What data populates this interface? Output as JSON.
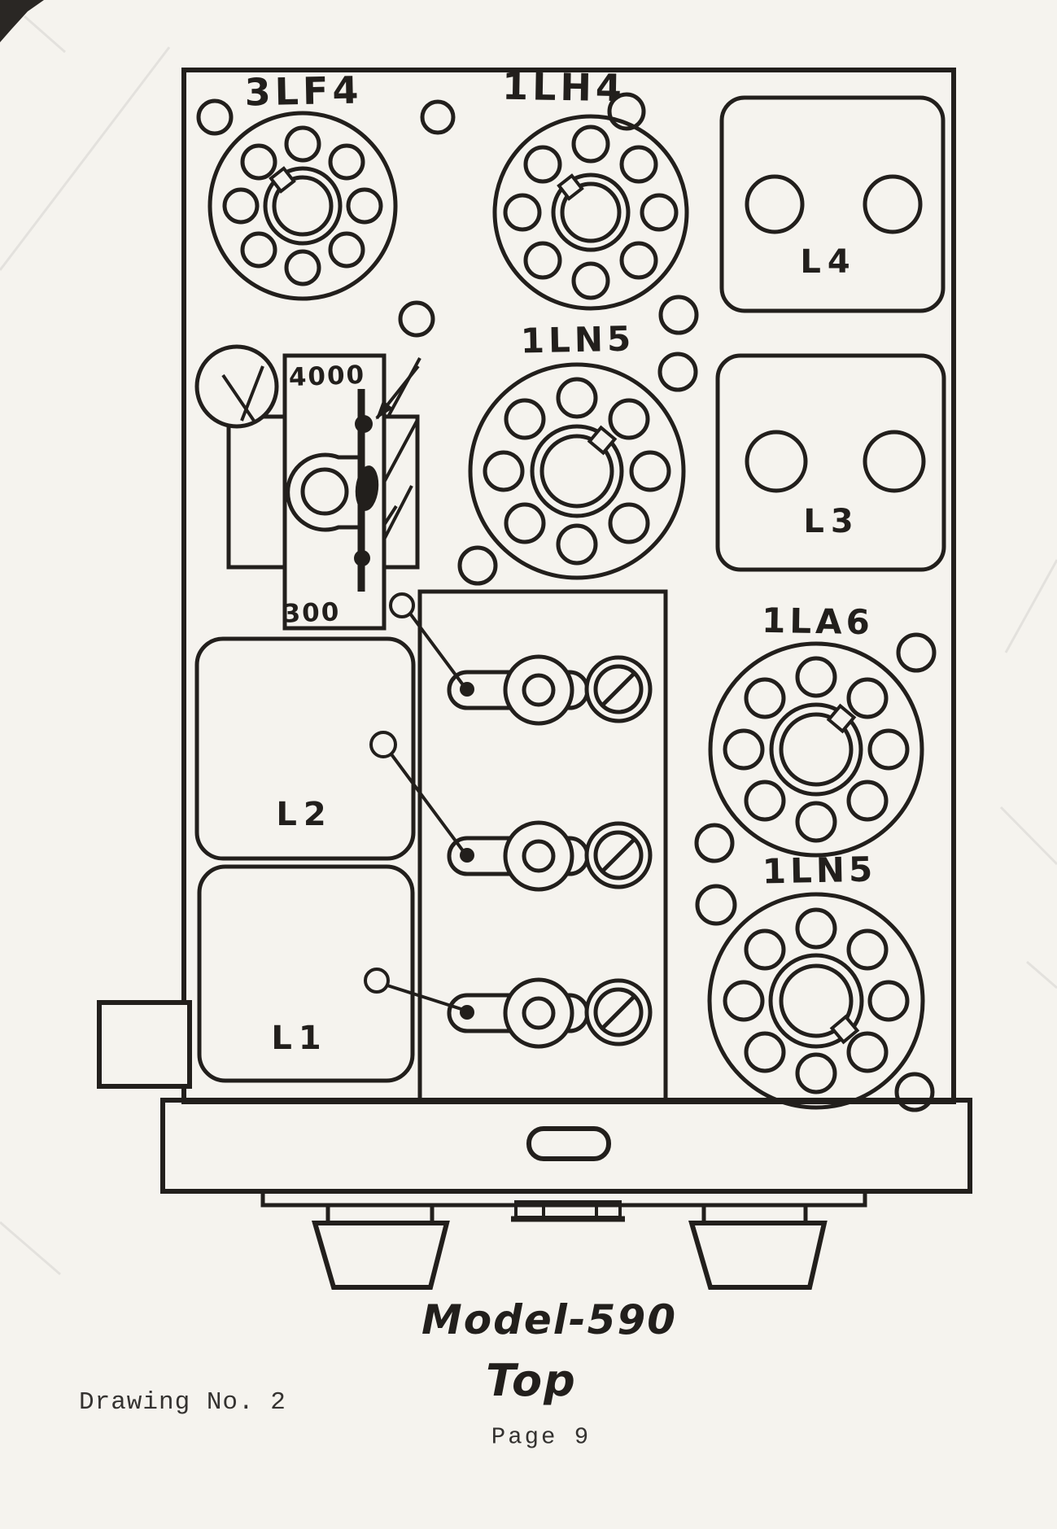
{
  "footer": {
    "model_title": "Model-590",
    "view_label": "Top",
    "page_label": "Page 9",
    "drawing_number": "Drawing No. 2"
  },
  "labels": {
    "tube_top_left": "3LF4",
    "tube_top_center": "1LH4",
    "tube_mid_center": "1LN5",
    "tube_right_upper": "1LA6",
    "tube_right_lower": "1LN5",
    "coil_l4": "L4",
    "coil_l3": "L3",
    "coil_l2": "L2",
    "coil_l1": "L1",
    "trimmer_max": "4000",
    "trimmer_min": "300"
  },
  "colors": {
    "ink": "#221f1c",
    "paper": "#f5f3ee"
  }
}
